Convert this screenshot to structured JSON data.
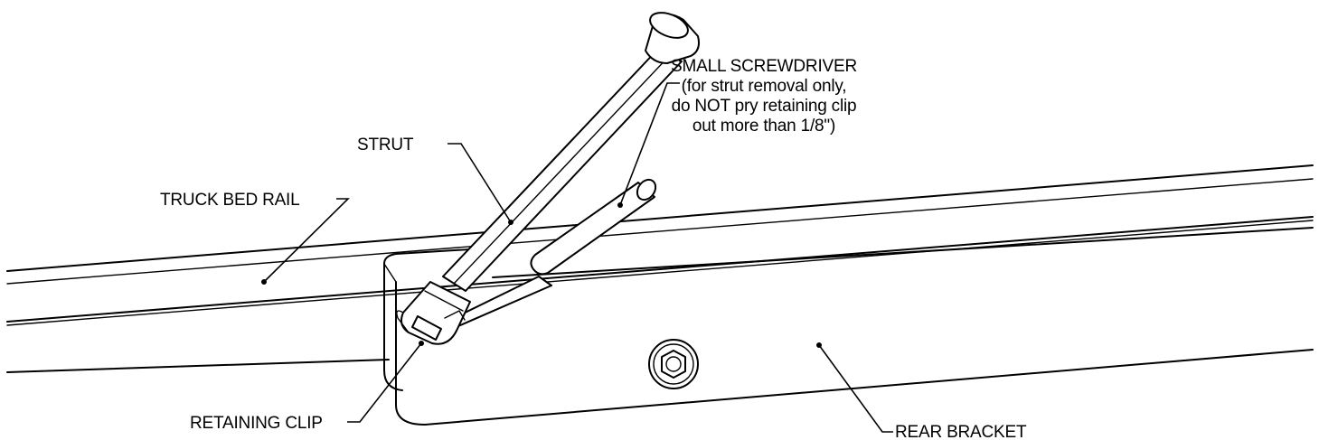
{
  "title": "",
  "labels": {
    "strut": "STRUT",
    "truck_bed_rail": "TRUCK BED RAIL",
    "retaining_clip": "RETAINING CLIP",
    "rear_bracket": "REAR BRACKET",
    "screwdriver": [
      "SMALL SCREWDRIVER",
      "(for strut removal only,",
      "do NOT pry retaining clip",
      "out more than 1/8\")"
    ]
  }
}
